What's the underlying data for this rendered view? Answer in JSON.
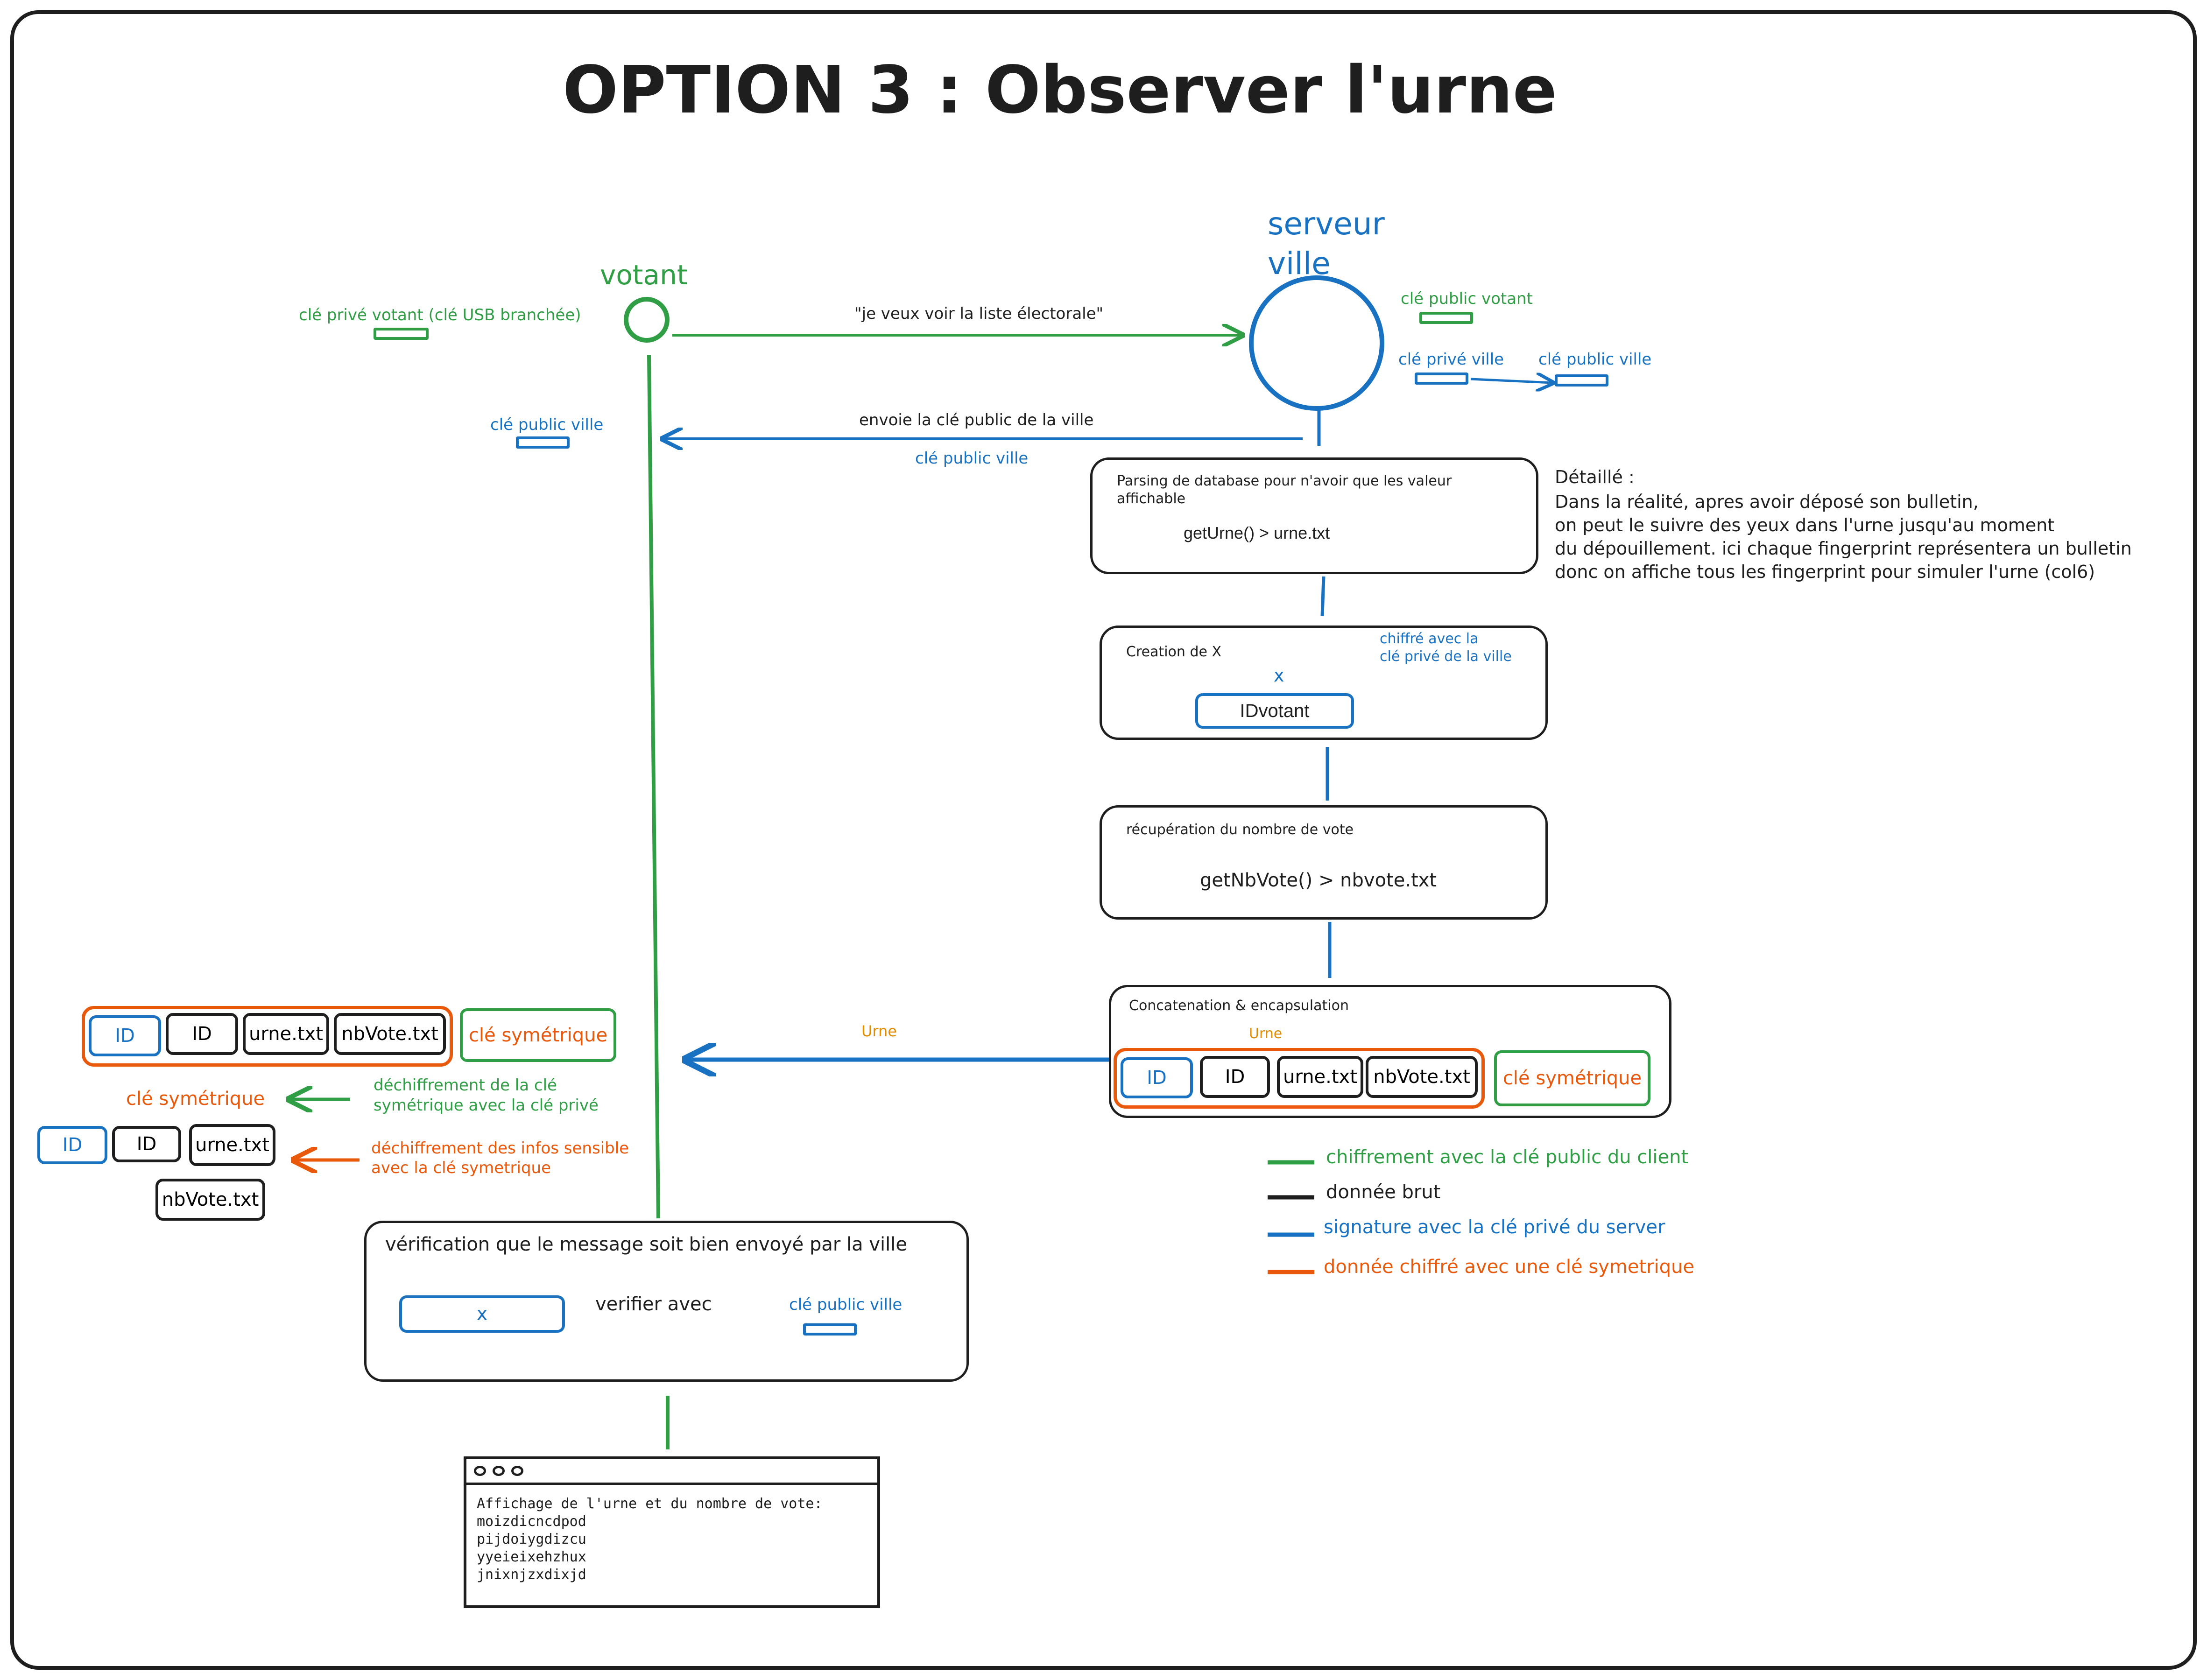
{
  "title": "OPTION 3 : Observer l'urne",
  "actors": {
    "votant": "votant",
    "serveur_line1": "serveur",
    "serveur_line2": "ville"
  },
  "keys": {
    "votant_private": "clé privé votant (clé USB branchée)",
    "server_public_votant": "clé public votant",
    "server_private_ville": "clé privé ville",
    "server_public_ville": "clé public ville",
    "votant_public_ville": "clé public ville"
  },
  "messages": {
    "request": "\"je veux voir la liste électorale\"",
    "send_key": "envoie la clé public de la ville",
    "send_key_sub": "clé public ville",
    "urne_arrow": "Urne"
  },
  "steps": {
    "parsing_title_l1": "Parsing de database pour n'avoir que les valeur",
    "parsing_title_l2": "affichable",
    "parsing_code": "getUrne() > urne.txt",
    "creation_title": "Creation de X",
    "creation_note_l1": "chiffré avec la",
    "creation_note_l2": "clé privé de la ville",
    "creation_x": "x",
    "creation_id": "IDvotant",
    "nbvote_title": "récupération du nombre de vote",
    "nbvote_code": "getNbVote() > nbvote.txt",
    "concat_title": "Concatenation & encapsulation",
    "concat_urne": "Urne"
  },
  "detail": {
    "heading": "Détaillé :",
    "lines": [
      "Dans la réalité, apres avoir déposé son bulletin,",
      "on peut le suivre des yeux dans l'urne jusqu'au moment",
      "du dépouillement. ici chaque fingerprint représentera un bulletin",
      "donc on affiche tous les fingerprint pour simuler l'urne (col6)"
    ]
  },
  "packet": {
    "id1": "ID",
    "id2": "ID",
    "urne": "urne.txt",
    "nbvote": "nbVote.txt",
    "sym": "clé symétrique"
  },
  "client": {
    "packet_id1": "ID",
    "packet_id2": "ID",
    "packet_urne": "urne.txt",
    "packet_nbvote": "nbVote.txt",
    "packet_sym": "clé symétrique",
    "sym_key": "clé symétrique",
    "decrypt_sym_l1": "déchiffrement de la clé",
    "decrypt_sym_l2": "symétrique avec la clé privé",
    "decrypt_info_l1": "déchiffrement des infos sensible",
    "decrypt_info_l2": "avec la clé symetrique",
    "out_id1": "ID",
    "out_id2": "ID",
    "out_urne": "urne.txt",
    "out_nbvote": "nbVote.txt"
  },
  "verify": {
    "title": "vérification que le message soit bien envoyé par la ville",
    "x": "x",
    "arrow_label": "verifier avec",
    "key_label": "clé public ville"
  },
  "legend": [
    {
      "label": "chiffrement avec la clé public du client",
      "color": "#2f9e44"
    },
    {
      "label": "donnée brut",
      "color": "#1e1e1e"
    },
    {
      "label": "signature avec la clé privé du server",
      "color": "#1971c2"
    },
    {
      "label": "donnée chiffré avec une clé symetrique",
      "color": "#e8590c"
    }
  ],
  "terminal": {
    "heading": "Affichage de l'urne et du nombre de vote:",
    "lines": [
      "moizdicncdpod",
      "pijdoiygdizcu",
      "yyeieixehzhux",
      "jnixnjzxdixjd"
    ]
  }
}
